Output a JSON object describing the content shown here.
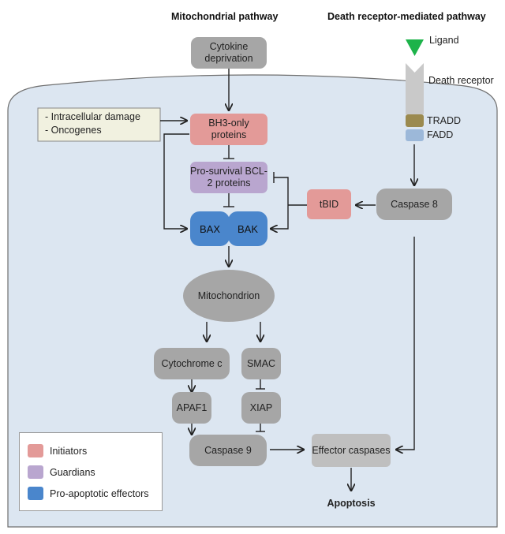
{
  "headers": {
    "mito": "Mitochondrial pathway",
    "death": "Death receptor-mediated pathway"
  },
  "nodes": {
    "cytokine": "Cytokine deprivation",
    "damage_1": "- Intracellular  damage",
    "damage_2": "- Oncogenes",
    "bh3": "BH3-only proteins",
    "prosurvival": "Pro-survival BCL-2 proteins",
    "bax": "BAX",
    "bak": "BAK",
    "tbid": "tBID",
    "caspase8": "Caspase 8",
    "mitochondrion": "Mitochondrion",
    "cytochrome": "Cytochrome  c",
    "smac": "SMAC",
    "apaf1": "APAF1",
    "xiap": "XIAP",
    "caspase9": "Caspase 9",
    "effector": "Effector caspases",
    "apoptosis": "Apoptosis"
  },
  "receptor": {
    "ligand": "Ligand",
    "death_receptor": "Death receptor",
    "tradd": "TRADD",
    "fadd": "FADD"
  },
  "legend": [
    {
      "label": "Initiators",
      "color": "#e39a98"
    },
    {
      "label": "Guardians",
      "color": "#b9a6cf"
    },
    {
      "label": "Pro-apoptotic effectors",
      "color": "#4a86cc"
    }
  ],
  "colors": {
    "cell": "#dce6f1",
    "grey_node": "#a6a6a6",
    "ligand": "#1db34a",
    "receptor": "#c9c9c9",
    "tradd": "#9b8a4f",
    "fadd": "#9cb8d9",
    "note_box": "#f1f1e0"
  }
}
